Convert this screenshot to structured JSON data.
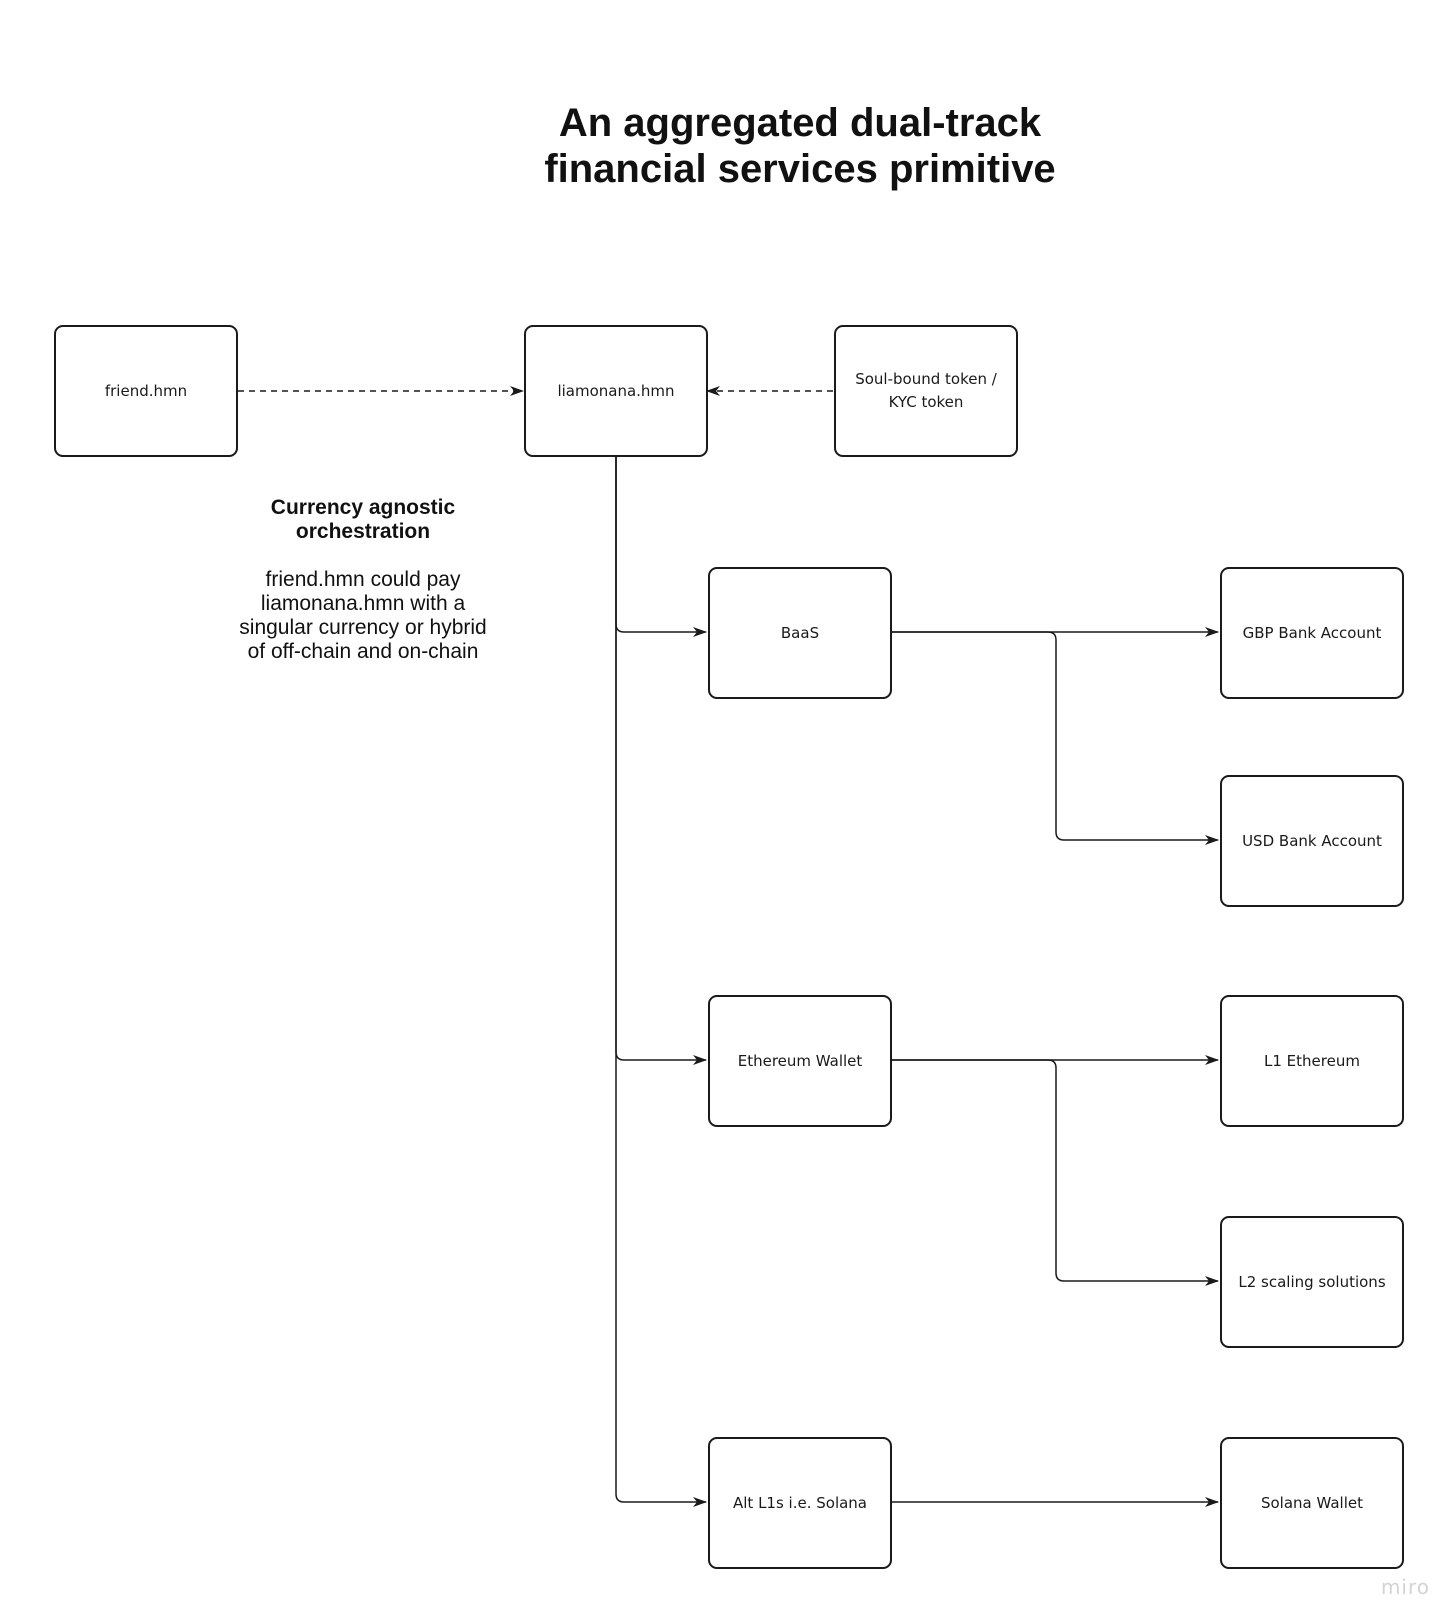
{
  "title": {
    "line1": "An aggregated dual-track",
    "line2": "financial services primitive"
  },
  "annotation": {
    "heading": "Currency agnostic orchestration",
    "body": "friend.hmn could pay liamonana.hmn with a singular currency or hybrid of off-chain and on-chain"
  },
  "nodes": {
    "friend": "friend.hmn",
    "liamonana": "liamonana.hmn",
    "soulbound": "Soul-bound token / KYC token",
    "baas": "BaaS",
    "gbp": "GBP Bank Account",
    "usd": "USD Bank Account",
    "ethereum_wallet": "Ethereum Wallet",
    "l1_ethereum": "L1 Ethereum",
    "l2_scaling": "L2 scaling solutions",
    "alt_l1s": "Alt L1s i.e. Solana",
    "solana_wallet": "Solana Wallet"
  },
  "edges": [
    {
      "from": "friend",
      "to": "liamonana",
      "style": "dashed"
    },
    {
      "from": "soulbound",
      "to": "liamonana",
      "style": "dashed"
    },
    {
      "from": "liamonana",
      "to": "baas",
      "style": "solid"
    },
    {
      "from": "liamonana",
      "to": "ethereum_wallet",
      "style": "solid"
    },
    {
      "from": "liamonana",
      "to": "alt_l1s",
      "style": "solid"
    },
    {
      "from": "baas",
      "to": "gbp",
      "style": "solid"
    },
    {
      "from": "baas",
      "to": "usd",
      "style": "solid"
    },
    {
      "from": "ethereum_wallet",
      "to": "l1_ethereum",
      "style": "solid"
    },
    {
      "from": "ethereum_wallet",
      "to": "l2_scaling",
      "style": "solid"
    },
    {
      "from": "alt_l1s",
      "to": "solana_wallet",
      "style": "solid"
    }
  ],
  "watermark": "miro",
  "colors": {
    "stroke": "#1a1a1a",
    "background": "#ffffff",
    "watermark": "#d4d4d4"
  }
}
